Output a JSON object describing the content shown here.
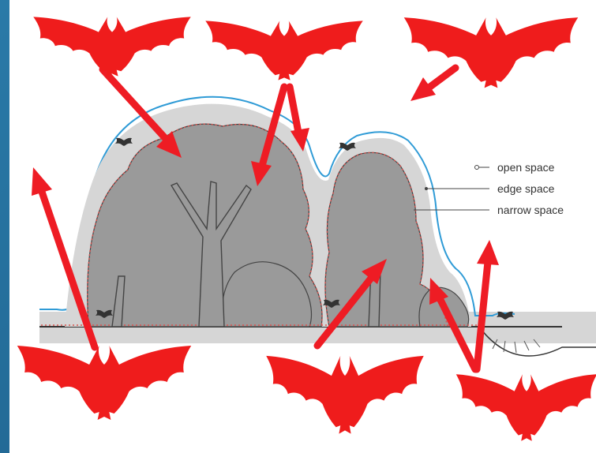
{
  "legend": {
    "open_space": "open space",
    "edge_space": "edge space",
    "narrow_space": "narrow space"
  },
  "colors": {
    "bat": "#ef1c1c",
    "arrow": "#ee1c24",
    "foliage": "#9a9a9a",
    "edge_zone": "#d6d6d6",
    "open_line": "#2f9bd6",
    "edge_dots": "#d9534f",
    "frame": "#1f6a95"
  },
  "icons": [
    "bat-icon",
    "arrow-icon",
    "tree-icon"
  ]
}
